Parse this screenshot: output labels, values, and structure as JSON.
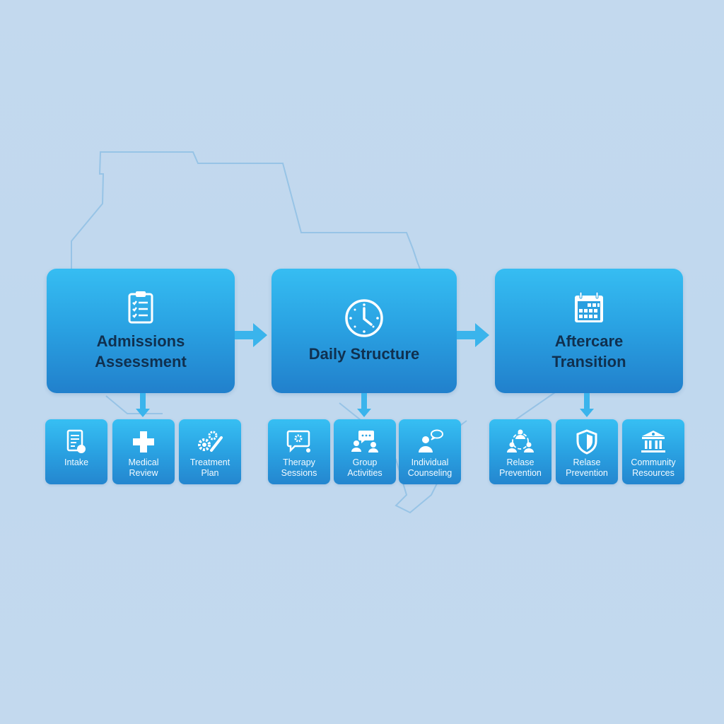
{
  "stages": [
    {
      "title": "Admissions\nAssessment",
      "icon": "clipboard-checklist-icon",
      "substeps": [
        {
          "label": "Intake",
          "icon": "document-icon"
        },
        {
          "label": "Medical\nReview",
          "icon": "medical-cross-icon"
        },
        {
          "label": "Treatment\nPlan",
          "icon": "gears-pencil-icon"
        }
      ]
    },
    {
      "title": "Daily Structure",
      "icon": "clock-icon",
      "substeps": [
        {
          "label": "Therapy\nSessions",
          "icon": "chat-bubble-gear-icon"
        },
        {
          "label": "Group\nActivities",
          "icon": "group-chat-icon"
        },
        {
          "label": "Individual\nCounseling",
          "icon": "person-speech-icon"
        }
      ]
    },
    {
      "title": "Aftercare\nTransition",
      "icon": "calendar-icon",
      "substeps": [
        {
          "label": "Relase\nPrevention",
          "icon": "people-circle-icon"
        },
        {
          "label": "Relase\nPrevention",
          "icon": "shield-icon"
        },
        {
          "label": "Community\nResources",
          "icon": "institution-building-icon"
        }
      ]
    }
  ],
  "colors": {
    "background": "#c1d8ee",
    "stage_top": "#36bdf2",
    "stage_bottom": "#2180cc",
    "title_text": "#10304f",
    "outline": "#8ebde3"
  }
}
